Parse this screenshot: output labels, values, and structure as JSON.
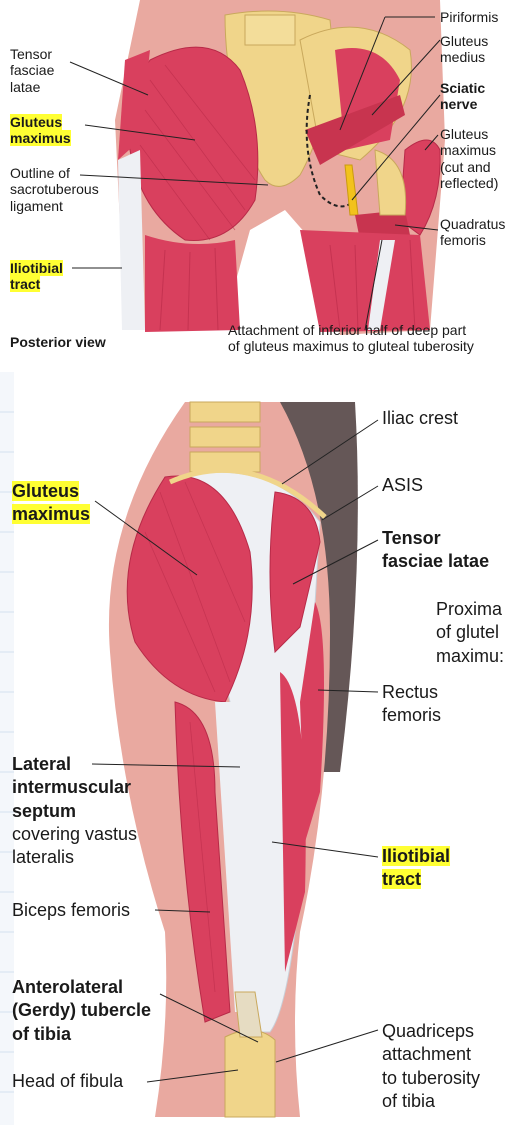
{
  "top": {
    "labels": {
      "tensor_fasciae_latae": "Tensor\nfasciae\nlatae",
      "gluteus_maximus": "Gluteus\nmaximus",
      "outline_sacrotuberous": "Outline of\nsacrotuberous\nligament",
      "iliotibial_tract": "Iliotibial\ntract",
      "posterior_view": "Posterior view",
      "piriformis": "Piriformis",
      "gluteus_medius": "Gluteus\nmedius",
      "sciatic_nerve": "Sciatic\nnerve",
      "gluteus_maximus_cut": "Gluteus\nmaximus\n(cut and\nreflected)",
      "quadratus_femoris": "Quadratus\nfemoris",
      "attachment_note": "Attachment of inferior half of deep part\nof gluteus maximus to gluteal tuberosity"
    }
  },
  "bottom": {
    "labels": {
      "gluteus_maximus": "Gluteus\nmaximus",
      "iliac_crest": "Iliac crest",
      "asis": "ASIS",
      "tensor_fasciae_latae": "Tensor\nfasciae latae",
      "proximal_gluteus": "Proxima\nof glutel\nmaximu:",
      "rectus_femoris": "Rectus\nfemoris",
      "lateral_septum_bold": "Lateral\nintermuscular\nseptum",
      "lateral_septum_rest": "covering vastus\nlateralis",
      "iliotibial_tract": "Iliotibial\ntract",
      "biceps_femoris": "Biceps femoris",
      "gerdy_tubercle": "Anterolateral\n(Gerdy) tubercle\nof tibia",
      "head_of_fibula": "Head of fibula",
      "quadriceps_attachment": "Quadriceps\nattachment\nto tuberosity\nof tibia"
    }
  },
  "colors": {
    "muscle": "#d9405e",
    "muscle_dark": "#b82a48",
    "tendon": "#eef0f4",
    "bone": "#f0d58a",
    "skin": "#e9a9a0",
    "nerve": "#f2c21c",
    "highlight": "#ffff33"
  }
}
